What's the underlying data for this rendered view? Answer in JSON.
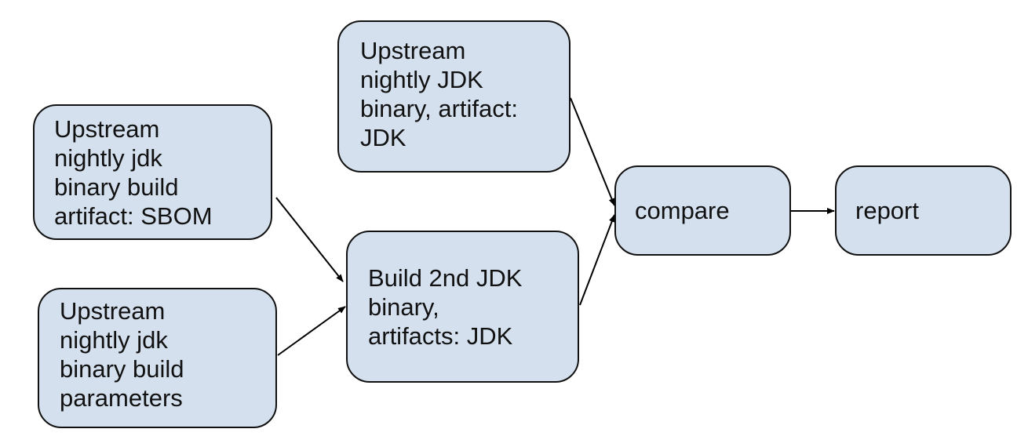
{
  "diagram": {
    "nodes": [
      {
        "id": "sbom",
        "lines": [
          "Upstream",
          "nightly jdk",
          "binary build",
          "artifact: SBOM"
        ]
      },
      {
        "id": "params",
        "lines": [
          "Upstream",
          "nightly jdk",
          "binary build",
          "parameters"
        ]
      },
      {
        "id": "nightly",
        "lines": [
          "Upstream",
          "nightly JDK",
          "binary, artifact:",
          "JDK"
        ]
      },
      {
        "id": "build",
        "lines": [
          "Build 2nd JDK",
          "binary,",
          "artifacts: JDK"
        ]
      },
      {
        "id": "compare",
        "lines": [
          "compare"
        ]
      },
      {
        "id": "report",
        "lines": [
          "report"
        ]
      }
    ],
    "edges": [
      {
        "from": "sbom",
        "to": "build"
      },
      {
        "from": "params",
        "to": "build"
      },
      {
        "from": "nightly",
        "to": "compare"
      },
      {
        "from": "build",
        "to": "compare"
      },
      {
        "from": "compare",
        "to": "report"
      }
    ],
    "colors": {
      "node_fill": "#d4e0ee",
      "node_border": "#111111",
      "edge": "#000000"
    }
  }
}
